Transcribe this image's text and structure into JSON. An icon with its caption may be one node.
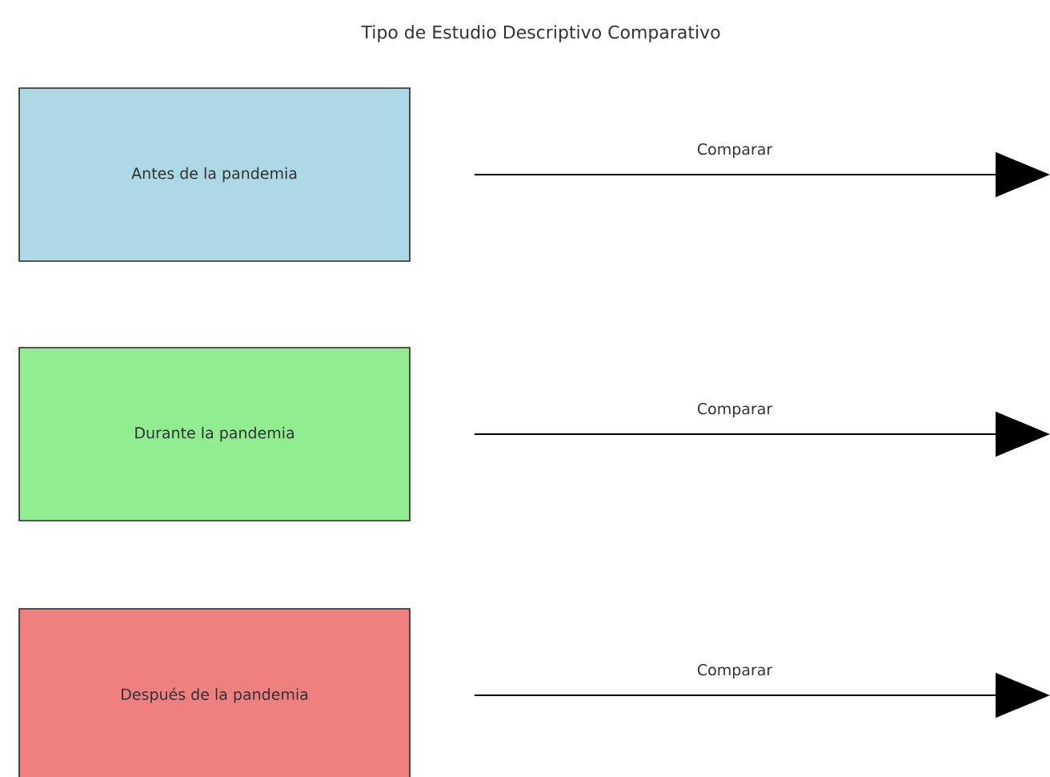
{
  "diagram": {
    "title": "Tipo de Estudio Descriptivo Comparativo",
    "nodes": [
      {
        "text": [
          "Antes de la pandemia"
        ]
      },
      {
        "text": [
          "Durante la pandemia"
        ]
      },
      {
        "text": [
          "Después de la pandemia"
        ]
      }
    ],
    "edges": [
      {
        "from": 0,
        "to": null,
        "arrow": "to",
        "label": "Comparar"
      },
      {
        "from": 1,
        "to": null,
        "arrow": "to",
        "label": "Comparar"
      },
      {
        "from": 2,
        "to": null,
        "arrow": "to",
        "label": "Comparar"
      }
    ]
  }
}
